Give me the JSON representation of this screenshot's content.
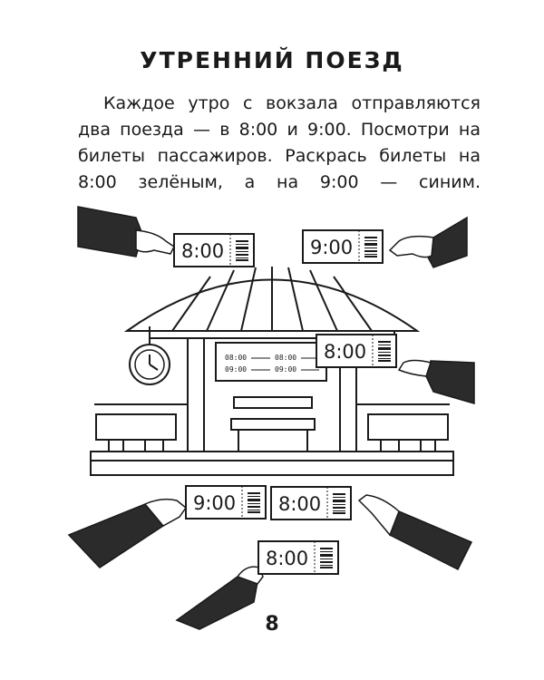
{
  "page": {
    "title": "УТРЕННИЙ ПОЕЗД",
    "task_text": "Каждое утро с вокзала отправляются два поезда — в 8:00 и 9:00. Посмотри на билеты пассажиров. Раскрась билеты на 8:00 зелёным, а на 9:00 — синим.",
    "page_number": "8"
  },
  "board": {
    "row1_left": "08:00",
    "row1_right": "08:00",
    "row2_left": "09:00",
    "row2_right": "09:00"
  },
  "tickets": [
    {
      "time": "8:00"
    },
    {
      "time": "9:00"
    },
    {
      "time": "8:00"
    },
    {
      "time": "9:00"
    },
    {
      "time": "8:00"
    },
    {
      "time": "8:00"
    }
  ],
  "colors": {
    "ink": "#1a1a1a",
    "sleeve": "#2b2b2b",
    "paper": "#ffffff"
  }
}
